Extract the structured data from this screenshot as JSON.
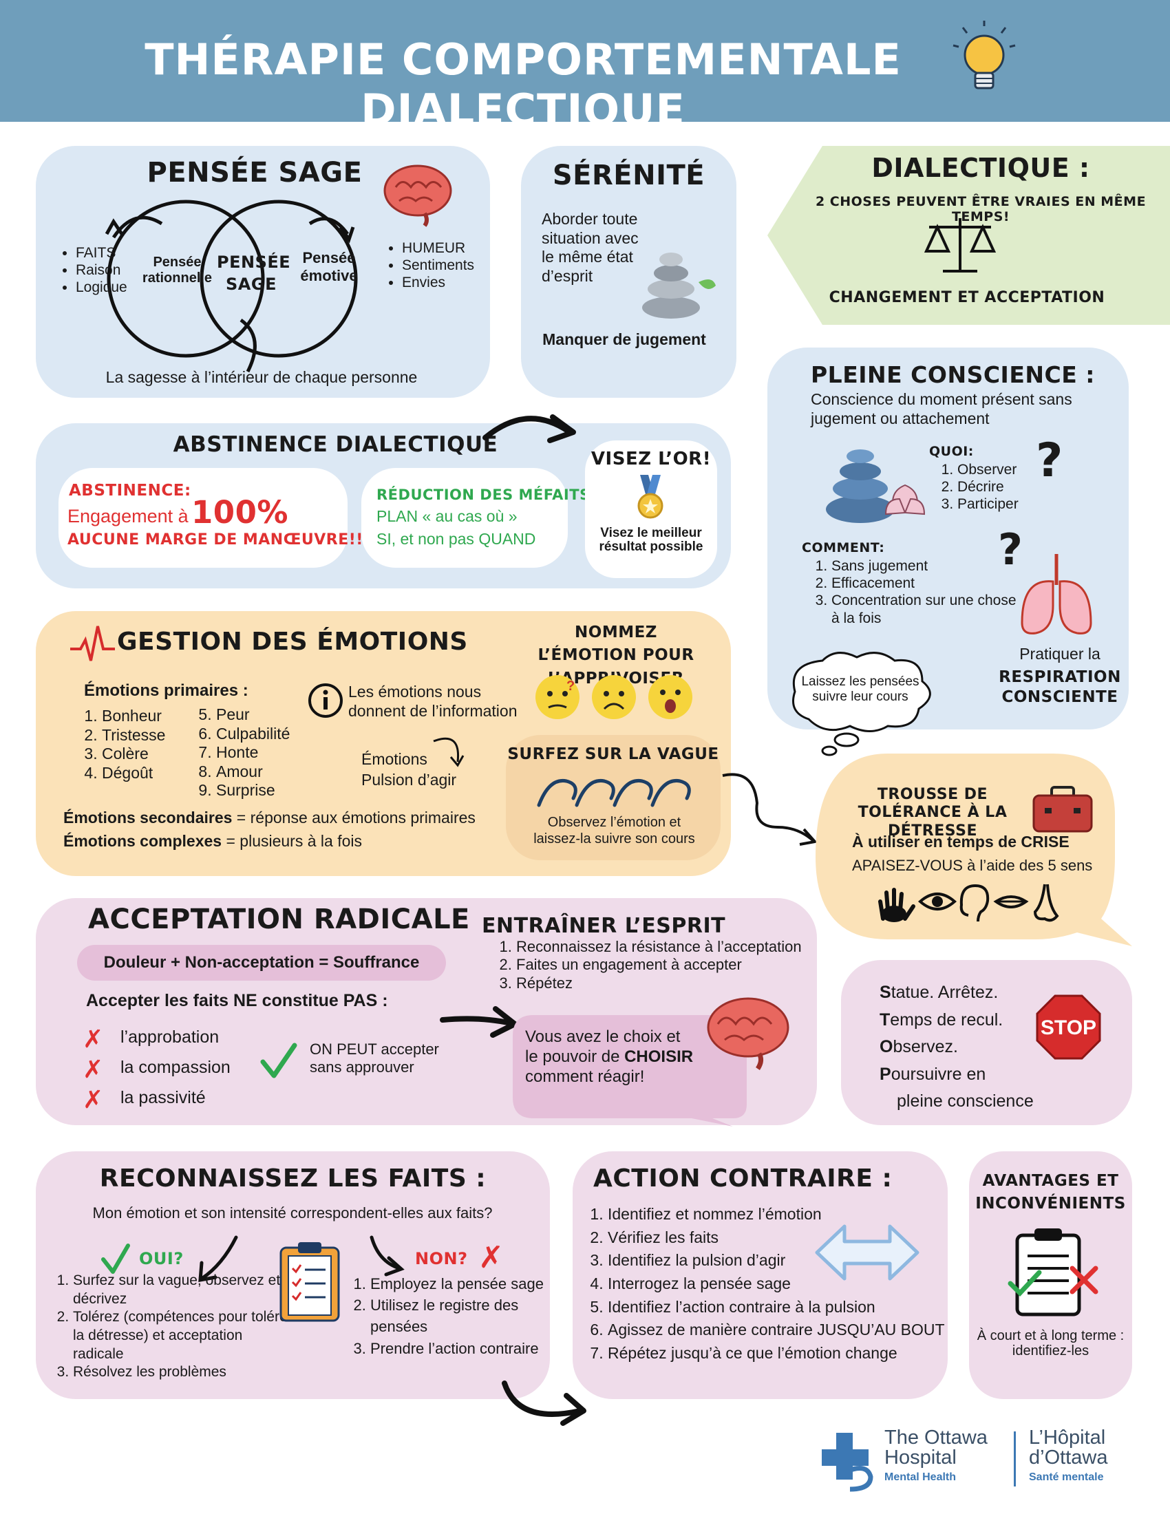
{
  "header": {
    "title": "THÉRAPIE COMPORTEMENTALE DIALECTIQUE"
  },
  "pensee_sage": {
    "title": "PENSÉE SAGE",
    "left_list": [
      "FAITS",
      "Raison",
      "Logique"
    ],
    "right_list": [
      "HUMEUR",
      "Sentiments",
      "Envies"
    ],
    "left_circle": "Pensée rationnelle",
    "center": "PENSÉE SAGE",
    "right_circle": "Pensée émotive",
    "caption": "La sagesse à l’intérieur de chaque personne"
  },
  "serenite": {
    "title": "SÉRÉNITÉ",
    "text": "Aborder toute situation avec le même état d’esprit",
    "bottom": "Manquer de jugement"
  },
  "dialectique": {
    "title": "DIALECTIQUE :",
    "subtitle": "2 CHOSES PEUVENT ÊTRE VRAIES EN MÊME TEMPS!",
    "bottom": "CHANGEMENT ET ACCEPTATION"
  },
  "abstinence": {
    "title": "ABSTINENCE DIALECTIQUE",
    "box1_title": "ABSTINENCE:",
    "box1_line": "Engagement à",
    "box1_pct": "100%",
    "box1_bottom": "AUCUNE MARGE DE MANŒUVRE!!!",
    "box2_title": "RÉDUCTION DES MÉFAITS",
    "box2_line1": "PLAN « au cas où »",
    "box2_line2": "SI, et non pas QUAND",
    "visez_title": "VISEZ L’OR!",
    "visez_text": "Visez le meilleur résultat possible"
  },
  "pleine_conscience": {
    "title": "PLEINE CONSCIENCE :",
    "subtitle": "Conscience du moment présent sans jugement ou attachement",
    "quoi_label": "QUOI:",
    "quoi": [
      "Observer",
      "Décrire",
      "Participer"
    ],
    "comment_label": "COMMENT:",
    "comment": [
      "Sans jugement",
      "Efficacement",
      "Concentration sur une chose à la fois"
    ],
    "cloud": "Laissez les pensées suivre leur cours",
    "resp_line": "Pratiquer la",
    "resp_bold": "RESPIRATION CONSCIENTE"
  },
  "emotions": {
    "title": "GESTION DES ÉMOTIONS",
    "primary_label": "Émotions primaires :",
    "col1": [
      "Bonheur",
      "Tristesse",
      "Colère",
      "Dégoût"
    ],
    "col2": [
      "Peur",
      "Culpabilité",
      "Honte",
      "Amour",
      "Surprise"
    ],
    "info": "Les émotions nous donnent de l’information",
    "emotions_line": "Émotions",
    "pulsion_line": "Pulsion d’agir",
    "secondary_bold": "Émotions secondaires",
    "secondary_text": " = réponse aux émotions primaires",
    "complex_bold": "Émotions complexes",
    "complex_text": " = plusieurs à la fois",
    "name_title": "NOMMEZ L’ÉMOTION POUR L’APPRIVOISER",
    "wave_title": "SURFEZ SUR LA VAGUE",
    "wave_text": "Observez l’émotion et laissez-la suivre son cours"
  },
  "trousse": {
    "title": "TROUSSE DE TOLÉRANCE À LA DÉTRESSE",
    "line1": "À utiliser en temps de CRISE",
    "line2": "APAISEZ-VOUS à l’aide des 5 sens"
  },
  "acceptation": {
    "title": "ACCEPTATION RADICALE",
    "equation": "Douleur + Non-acceptation = Souffrance",
    "facts_title": "Accepter les faits NE constitue PAS :",
    "not_list": [
      "l’approbation",
      "la compassion",
      "la passivité"
    ],
    "can": "ON PEUT accepter sans approuver",
    "train_title": "ENTRAÎNER L’ESPRIT",
    "train": [
      "Reconnaissez la résistance à l’acceptation",
      "Faites un engagement à accepter",
      "Répétez"
    ],
    "choice_pre": "Vous avez le choix et le pouvoir de ",
    "choice_bold": "CHOISIR",
    "choice_post": " comment réagir!"
  },
  "stop": {
    "lines": [
      {
        "l": "S",
        "r": "tatue. Arrêtez."
      },
      {
        "l": "T",
        "r": "emps de recul."
      },
      {
        "l": "O",
        "r": "bservez."
      },
      {
        "l": "P",
        "r": "oursuivre en"
      }
    ],
    "last": "pleine conscience",
    "sign": "STOP"
  },
  "faits": {
    "title": "RECONNAISSEZ LES FAITS :",
    "question": "Mon émotion et son intensité correspondent-elles aux faits?",
    "oui": "OUI?",
    "non": "NON?",
    "oui_list": [
      "Surfez sur la vague; observez et décrivez",
      "Tolérez (compétences pour tolérer la détresse) et acceptation radicale",
      "Résolvez les problèmes"
    ],
    "non_list": [
      "Employez la pensée sage",
      "Utilisez le registre des pensées",
      "Prendre l’action contraire"
    ]
  },
  "action": {
    "title": "ACTION CONTRAIRE :",
    "list": [
      "Identifiez et nommez l’émotion",
      "Vérifiez les faits",
      "Identifiez la pulsion d’agir",
      "Interrogez la pensée sage",
      "Identifiez l’action contraire à la pulsion",
      "Agissez de manière contraire JUSQU’AU BOUT",
      "Répétez jusqu’à ce que l’émotion change"
    ]
  },
  "avantages": {
    "title": "AVANTAGES ET INCONVÉNIENTS",
    "text": "À court et à long terme : identifiez-les"
  },
  "footer": {
    "en1": "The Ottawa",
    "en2": "Hospital",
    "en3": "Mental Health",
    "fr1": "L’Hôpital",
    "fr2": "d’Ottawa",
    "fr3": "Santé mentale"
  },
  "colors": {
    "header": "#6f9ebb",
    "blue_card": "#dce8f4",
    "pink_card": "#efdcea",
    "peach_card": "#fbe2b8",
    "green_card": "#dfeccb",
    "red": "#e03131",
    "green": "#2fa84f",
    "brand_blue": "#3c78b4"
  }
}
